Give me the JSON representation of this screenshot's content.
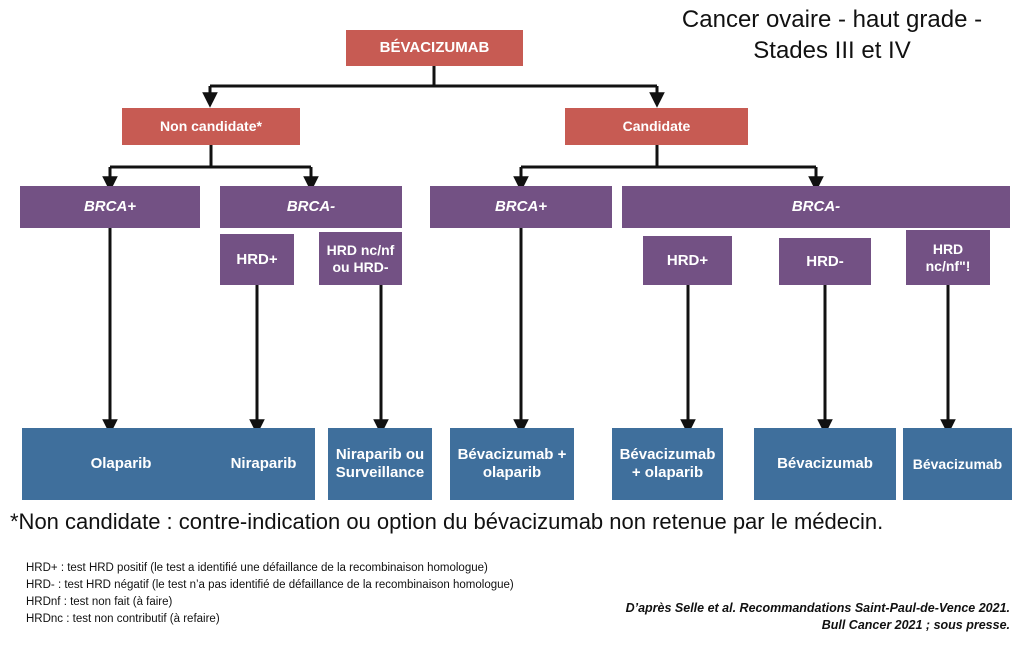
{
  "title": {
    "line1": "Cancer ovaire - haut grade -",
    "line2": "Stades III et IV"
  },
  "tree": {
    "root": {
      "label": "BÉVACIZUMAB",
      "color": "#c75b53"
    },
    "level1": [
      {
        "label": "Non candidate*",
        "color": "#c75b53"
      },
      {
        "label": "Candidate",
        "color": "#c75b53"
      }
    ],
    "level2": [
      {
        "label": "BRCA+",
        "color": "#735184",
        "branch": "non-candidate"
      },
      {
        "label": "BRCA-",
        "color": "#735184",
        "branch": "non-candidate"
      },
      {
        "label": "BRCA+",
        "color": "#735184",
        "branch": "candidate"
      },
      {
        "label": "BRCA-",
        "color": "#735184",
        "branch": "candidate"
      }
    ],
    "level3": [
      {
        "label": "HRD+",
        "color": "#735184",
        "parent": "non-candidate-brca-minus"
      },
      {
        "label": "HRD nc/nf ou HRD-",
        "color": "#735184",
        "parent": "non-candidate-brca-minus"
      },
      {
        "label": "HRD+",
        "color": "#735184",
        "parent": "candidate-brca-minus"
      },
      {
        "label": "HRD-",
        "color": "#735184",
        "parent": "candidate-brca-minus"
      },
      {
        "label": "HRD nc/nf\"!",
        "color": "#735184",
        "parent": "candidate-brca-minus"
      }
    ],
    "outcomes": [
      {
        "label": "Olaparib",
        "color": "#3f6f9c"
      },
      {
        "label": "Niraparib",
        "color": "#3f6f9c"
      },
      {
        "label": "Niraparib ou Surveillance",
        "color": "#3f6f9c"
      },
      {
        "label": "Bévacizumab + olaparib",
        "color": "#3f6f9c"
      },
      {
        "label": "Bévacizumab + olaparib",
        "color": "#3f6f9c"
      },
      {
        "label": "Bévacizumab",
        "color": "#3f6f9c"
      },
      {
        "label": "Bévacizumab",
        "color": "#3f6f9c"
      }
    ]
  },
  "footnote": "*Non candidate : contre-indication ou option du bévacizumab non retenue par le médecin.",
  "legend": [
    "HRD+ : test HRD positif (le test a identifié une défaillance de la recombinaison homologue)",
    "HRD- : test HRD négatif (le test n’a pas identifié de défaillance de la recombinaison homologue)",
    "HRDnf : test non fait (à faire)",
    "HRDnc : test non contributif (à refaire)"
  ],
  "citation": {
    "line1": "D’après Selle et al. Recommandations Saint-Paul-de-Vence 2021.",
    "line2": "Bull Cancer 2021 ; sous presse."
  },
  "colors": {
    "red": "#c75b53",
    "purple": "#735184",
    "blue": "#3f6f9c",
    "connector": "#111111",
    "background": "#ffffff"
  }
}
